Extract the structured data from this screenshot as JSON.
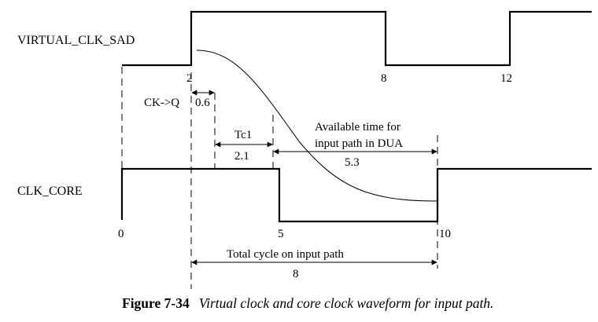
{
  "signals": {
    "virtual_clk": "VIRTUAL_CLK_SAD",
    "core_clk": "CLK_CORE"
  },
  "ticks": {
    "v_2": "2",
    "v_8": "8",
    "v_12": "12",
    "c_0": "0",
    "c_5": "5",
    "c_10": "10"
  },
  "annotations": {
    "ckq_label": "CK->Q",
    "ckq_value": "0.6",
    "tc1_label": "Tc1",
    "tc1_value": "2.1",
    "avail_line1": "Available time for",
    "avail_line2": "input path in DUA",
    "avail_value": "5.3",
    "total_label": "Total cycle on input path",
    "total_value": "8"
  },
  "caption": {
    "number": "Figure 7-34",
    "text": "Virtual clock and core clock waveform for input path."
  }
}
